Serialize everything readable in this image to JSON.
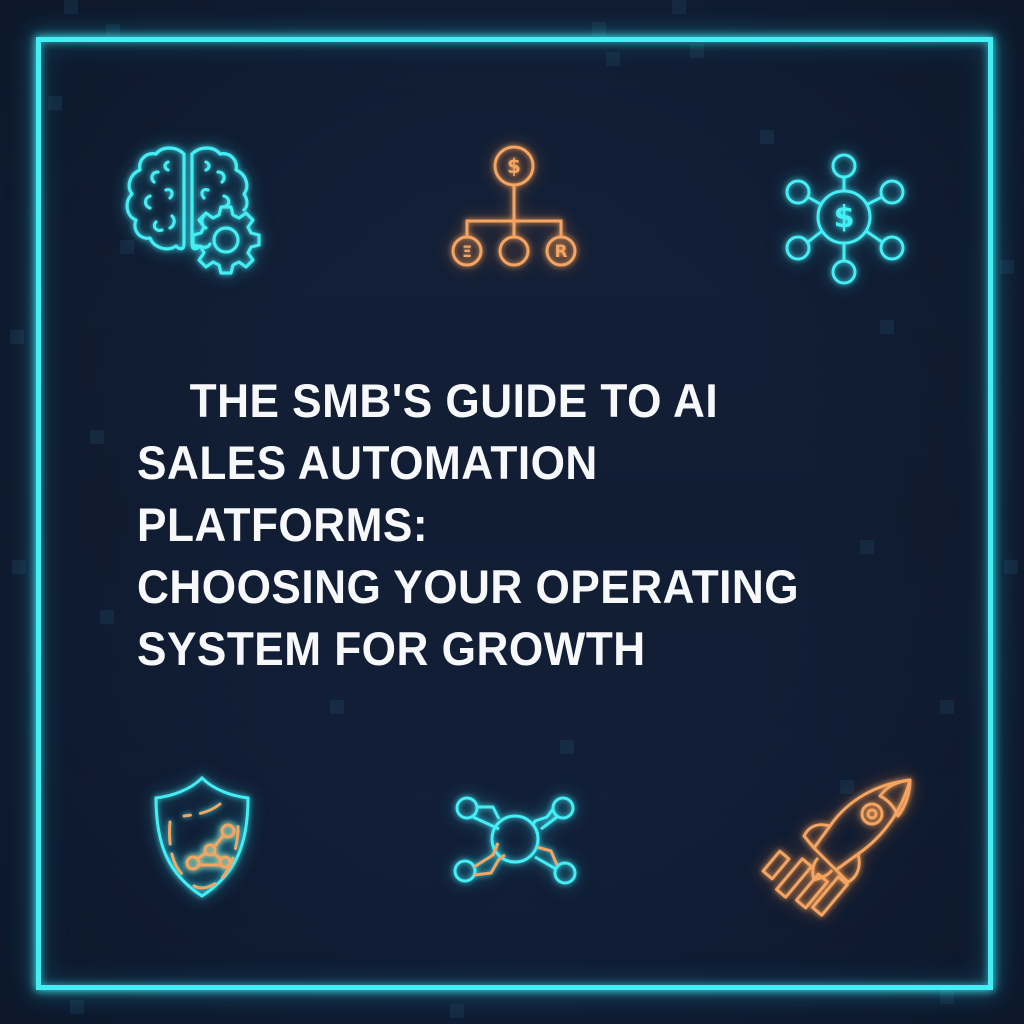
{
  "title": {
    "lines": [
      "THE SMB'S GUIDE TO AI",
      "SALES AUTOMATION",
      "PLATFORMS:",
      "CHOOSING YOUR OPERATING",
      "SYSTEM FOR GROWTH"
    ],
    "full_text": "THE SMB'S GUIDE TO AI SALES AUTOMATION PLATFORMS: CHOOSING YOUR OPERATING SYSTEM FOR GROWTH"
  },
  "icons": {
    "top_left": {
      "semantic": "brain-gear-icon",
      "color": "#44eef5"
    },
    "top_center": {
      "semantic": "currency-hierarchy-icon",
      "color": "#f5a461",
      "root_symbol": "$",
      "child_symbols": [
        "Ξ",
        "",
        "R"
      ]
    },
    "top_right": {
      "semantic": "dollar-network-hub-icon",
      "color": "#44eef5",
      "center_symbol": "$"
    },
    "bottom_left": {
      "semantic": "shield-analytics-icon",
      "shield_color": "#44eef5",
      "inner_color": "#f5a461"
    },
    "bottom_center": {
      "semantic": "connected-nodes-hub-icon",
      "primary_color": "#44eef5",
      "accent_color": "#f5a461"
    },
    "bottom_right": {
      "semantic": "rocket-growth-chart-icon",
      "color": "#f5a461"
    }
  },
  "colors": {
    "background": "#121f33",
    "frame": "#44eef5",
    "title_text": "#f7f8fa",
    "accent_cyan": "#44eef5",
    "accent_orange": "#f5a461"
  }
}
